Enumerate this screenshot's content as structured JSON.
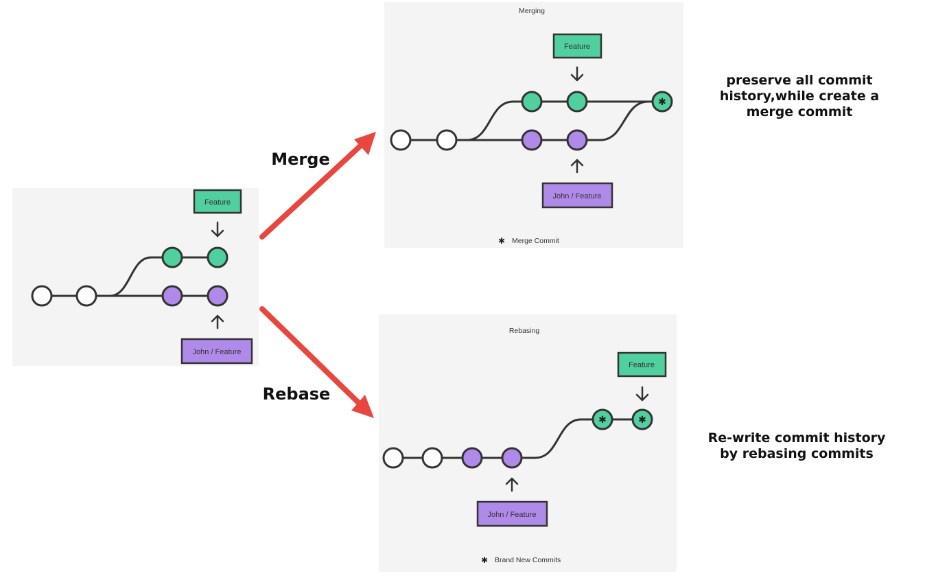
{
  "colors": {
    "feature": "#4fd09e",
    "john": "#b08ae8",
    "base": "#ffffff",
    "arrow": "#e8463f"
  },
  "original": {
    "feature_label": "Feature",
    "john_label": "John / Feature"
  },
  "merge": {
    "action_label": "Merge",
    "panel_title": "Merging",
    "feature_label": "Feature",
    "john_label": "John / Feature",
    "legend_icon": "asterisk-icon",
    "legend_label": "Merge Commit",
    "description": [
      "preserve all commit",
      "history,while create a",
      "merge commit"
    ]
  },
  "rebase": {
    "action_label": "Rebase",
    "panel_title": "Rebasing",
    "feature_label": "Feature",
    "john_label": "John / Feature",
    "legend_icon": "asterisk-icon",
    "legend_label": "Brand New Commits",
    "description": [
      "Re-write commit history",
      "by rebasing commits"
    ]
  }
}
